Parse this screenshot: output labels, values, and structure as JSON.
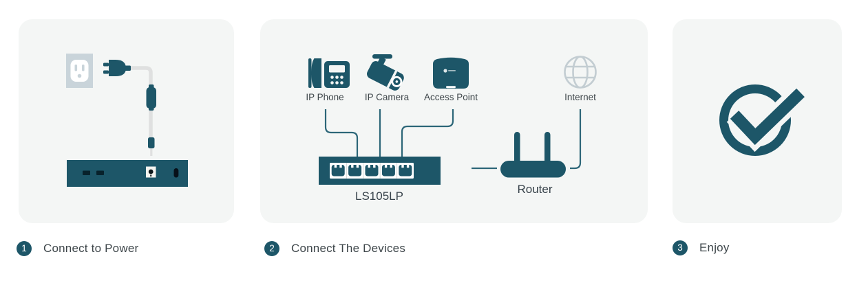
{
  "colors": {
    "accent_teal": "#1d5668",
    "connector_teal": "#2c6678",
    "outlet_blue_gray": "#c9d4da",
    "internet_gray": "#c3cdd2",
    "card_background": "#f4f6f5",
    "cable_gray": "#dfe0e0",
    "text": "#3e464a"
  },
  "panels": [
    {
      "step": "1",
      "label": "Connect to Power"
    },
    {
      "step": "2",
      "label": "Connect The Devices",
      "nodes": {
        "ip_phone": "IP Phone",
        "ip_camera": "IP Camera",
        "access_point": "Access Point",
        "internet": "Internet",
        "switch_model": "LS105LP",
        "router": "Router"
      }
    },
    {
      "step": "3",
      "label": "Enjoy"
    }
  ]
}
